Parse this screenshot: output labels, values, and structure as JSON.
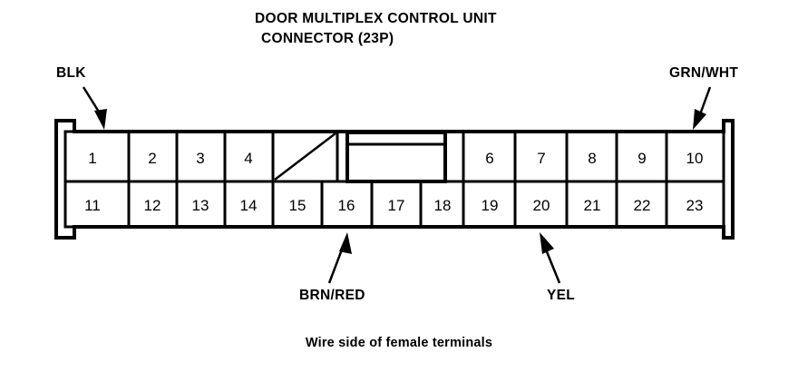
{
  "diagram": {
    "title_line1": "DOOR MULTIPLEX CONTROL UNIT",
    "title_line2": "CONNECTOR (23P)",
    "caption": "Wire side of female terminals",
    "ink_color": "#000000",
    "background_color": "#ffffff"
  },
  "connector": {
    "type": "23P",
    "top_row": [
      {
        "pin": "1"
      },
      {
        "pin": "2"
      },
      {
        "pin": "3"
      },
      {
        "pin": "4"
      },
      {
        "pin": ""
      }
    ],
    "top_row_right": [
      {
        "pin": "6"
      },
      {
        "pin": "7"
      },
      {
        "pin": "8"
      },
      {
        "pin": "9"
      },
      {
        "pin": "10"
      }
    ],
    "bottom_row": [
      {
        "pin": "11"
      },
      {
        "pin": "12"
      },
      {
        "pin": "13"
      },
      {
        "pin": "14"
      },
      {
        "pin": "15"
      },
      {
        "pin": "16"
      },
      {
        "pin": "17"
      },
      {
        "pin": "18"
      },
      {
        "pin": "19"
      },
      {
        "pin": "20"
      },
      {
        "pin": "21"
      },
      {
        "pin": "22"
      },
      {
        "pin": "23"
      }
    ],
    "blank_cell_note": "slashed/unused cavity between pin 4 and the keyway"
  },
  "wire_labels": [
    {
      "name": "BLK",
      "pin": "1",
      "position": "top-left"
    },
    {
      "name": "GRN/WHT",
      "pin": "10",
      "position": "top-right"
    },
    {
      "name": "BRN/RED",
      "pin": "16",
      "position": "bottom-left"
    },
    {
      "name": "YEL",
      "pin": "20",
      "position": "bottom-right"
    }
  ]
}
